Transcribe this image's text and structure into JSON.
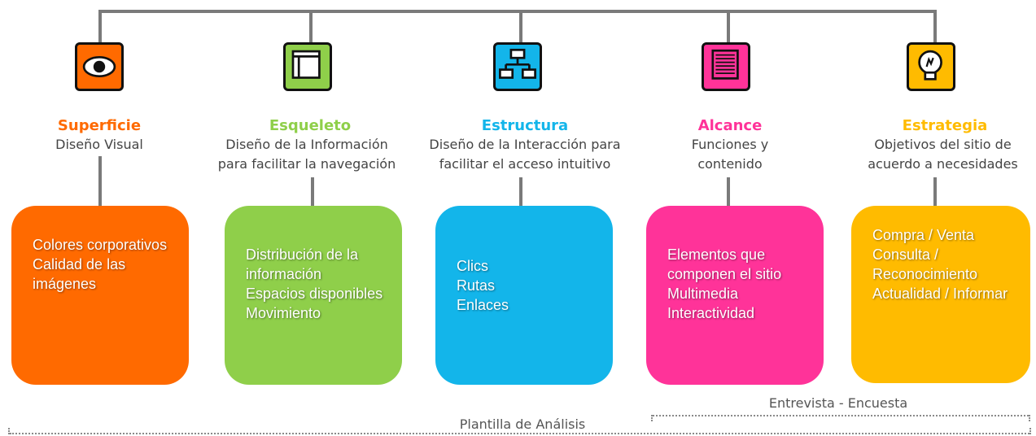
{
  "columns": [
    {
      "key": "superficie",
      "icon": "eye-icon",
      "title": "Superficie",
      "subtitle": "Diseño Visual",
      "color": "#ff6a00",
      "items": [
        "Colores corporativos",
        "Calidad de las imágenes"
      ]
    },
    {
      "key": "esqueleto",
      "icon": "layout-icon",
      "title": "Esqueleto",
      "subtitle": "Diseño de la Información\npara facilitar la navegación",
      "color": "#8fcf4a",
      "items": [
        "Distribución de la información",
        "Espacios disponibles",
        "Movimiento"
      ]
    },
    {
      "key": "estructura",
      "icon": "flowchart-icon",
      "title": "Estructura",
      "subtitle": "Diseño de la Interacción para\nfacilitar el acceso intuitivo",
      "color": "#13b5ea",
      "items": [
        "Clics",
        "Rutas",
        "Enlaces"
      ]
    },
    {
      "key": "alcance",
      "icon": "document-lines-icon",
      "title": "Alcance",
      "subtitle": "Funciones y\ncontenido",
      "color": "#ff3399",
      "items": [
        "Elementos que componen el sitio",
        "Multimedia",
        "Interactividad"
      ]
    },
    {
      "key": "estrategia",
      "icon": "lightbulb-icon",
      "title": "Estrategia",
      "subtitle": "Objetivos del sitio de\nacuerdo a necesidades",
      "color": "#ffbb00",
      "items": [
        "Compra / Venta",
        "Consulta / Reconocimiento",
        "Actualidad / Informar"
      ]
    }
  ],
  "brackets": {
    "entrevista": "Entrevista - Encuesta",
    "plantilla": "Plantilla de Análisis"
  }
}
